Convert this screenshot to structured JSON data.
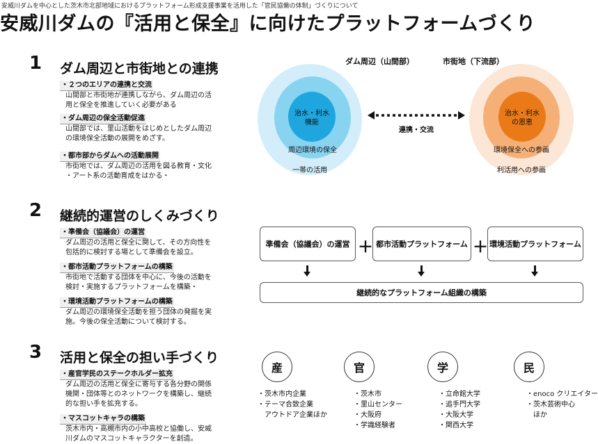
{
  "header": {
    "note": "安威川ダムを中心とした茨木市北部地域におけるプラットフォーム形成支援事業を活用した「官民協働の体制」づくりについて",
    "title": "安威川ダムの『活用と保全』に向けたプラットフォームづくり"
  },
  "sections": [
    {
      "num": "1",
      "title": "ダム周辺と市街地との連携",
      "items": [
        {
          "head": "・２つのエリアの連携と交流",
          "lines": [
            "山間部と市街地が連携しながら、ダム周辺の活",
            "用と保全を推進していく必要がある"
          ]
        },
        {
          "head": "・ダム周辺の保全活動促進",
          "lines": [
            "山間部では、里山活動をはじめとしたダム周辺",
            "の環境保全活動の展開をめざす。"
          ]
        },
        {
          "head": "・都市部からダムへの活動展開",
          "lines": [
            "市街地では、ダム周辺の活用を図る教育・文化",
            "・アート系の活動育成をはかる・"
          ]
        }
      ]
    },
    {
      "num": "2",
      "title": "継続的運営のしくみづくり",
      "items": [
        {
          "head": "・準備会（協議会）の運営",
          "lines": [
            "ダム周辺の活用と保全に関して、その方向性を",
            "包括的に検討する場として準備会を設立。"
          ]
        },
        {
          "head": "・都市活動プラットフォームの構築",
          "lines": [
            "市街地で活動する団体を中心に、今後の活動を",
            "検討・実施するプラットフォームを構築・"
          ]
        },
        {
          "head": "・環境活動プラットフォームの構築",
          "lines": [
            "ダム周辺の環境保全活動を担う団体の発掘を実",
            "施。今後の保全活動について検討する。"
          ]
        }
      ]
    },
    {
      "num": "3",
      "title": "活用と保全の担い手づくり",
      "items": [
        {
          "head": "・産官学民のステークホルダー拡充",
          "lines": [
            "ダム周辺の活用と保全に寄与する各分野の関係",
            "機関・団体等とのネットワークを構築し、継続",
            "的な担い手を拡充する。"
          ]
        },
        {
          "head": "・マスコットキャラの構築",
          "lines": [
            "茨木市内・高槻市内の小中高校と協働し、安威",
            "川ダムのマスコットキャラクターを創造。"
          ]
        }
      ]
    }
  ],
  "diagram1": {
    "left_label": "ダム周辺（山間部）",
    "right_label": "市街地（下流部）",
    "left_core": [
      "治水・利水",
      "機能"
    ],
    "left_mid": "周辺環境の保全",
    "left_outer": "一帯の活用",
    "right_core": [
      "治水・利水",
      "の恩恵"
    ],
    "right_mid": "環境保全への参画",
    "right_outer": "利活用への参画",
    "link_label": "連携・交流",
    "colors": {
      "left_outer": "#d3eefa",
      "left_mid": "#87d3f0",
      "left_core": "#1fa6df",
      "right_outer": "#fce6d6",
      "right_mid": "#f5b077",
      "right_core": "#ea7a18"
    }
  },
  "diagram2": {
    "boxes": [
      "準備会（協議会）の運営",
      "都市活動プラットフォーム",
      "環境活動プラットフォーム"
    ],
    "plus": "＋",
    "result": "継続的なプラットフォーム組織の構築"
  },
  "diagram3": {
    "actors": [
      {
        "label": "産",
        "items": [
          "・茨木市内企業",
          "・テーマ合致企業",
          "　アウトドア企業ほか"
        ]
      },
      {
        "label": "官",
        "items": [
          "・茨木市",
          "・里山センター",
          "・大阪府",
          "・学識経験者"
        ]
      },
      {
        "label": "学",
        "items": [
          "・立命館大学",
          "・追手門大学",
          "・大阪大学",
          "・関西大学"
        ]
      },
      {
        "label": "民",
        "items": [
          "・enoco クリエイター",
          "・茨木芸術中心",
          "　ほか"
        ]
      }
    ]
  }
}
